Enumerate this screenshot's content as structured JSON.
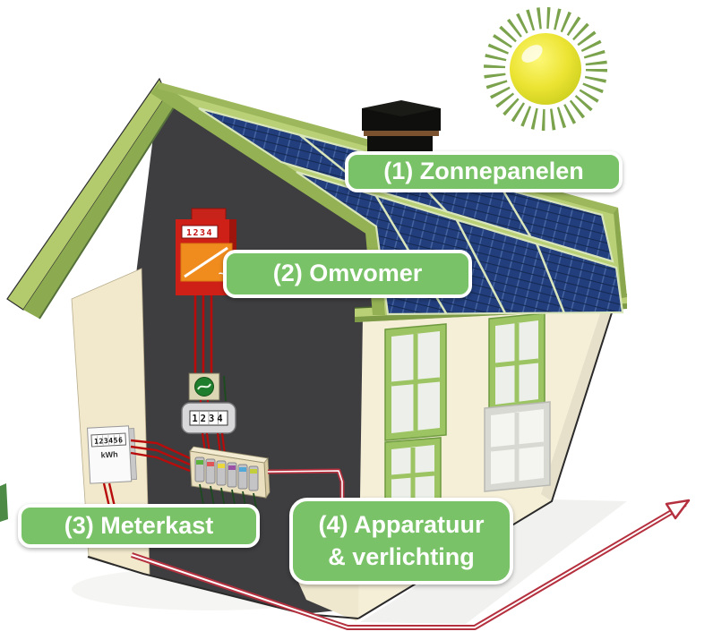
{
  "figure": {
    "type": "solar-energy-house-diagram",
    "language": "nl"
  },
  "labels": {
    "zonnepanelen": {
      "text": "(1) Zonnepanelen"
    },
    "omvormer": {
      "text": "(2) Omvomer"
    },
    "meterkast": {
      "text": "(3) Meterkast"
    },
    "apparatuur": {
      "line1": "(4) Apparatuur",
      "line2": "& verlichting"
    }
  },
  "devices": {
    "inverter": {
      "display": "1234"
    },
    "production_meter": {
      "display": "1234"
    },
    "kwh_meter": {
      "display": "123456",
      "unit": "kWh"
    }
  },
  "colors": {
    "label_green": "#79c267",
    "label_text": "#ffffff",
    "roof_green": "#b9d077",
    "roof_trim_green": "#94b254",
    "panel_blue": "#223e7d",
    "wall_cream": "#f5efd8",
    "interior_dark": "#3e3e40",
    "cable_red": "#b5303e",
    "device_red": "#cf2018",
    "sun_yellow": "#ece433",
    "sun_ray_green": "#7ba24c",
    "window_frame_green": "#9cc463"
  }
}
